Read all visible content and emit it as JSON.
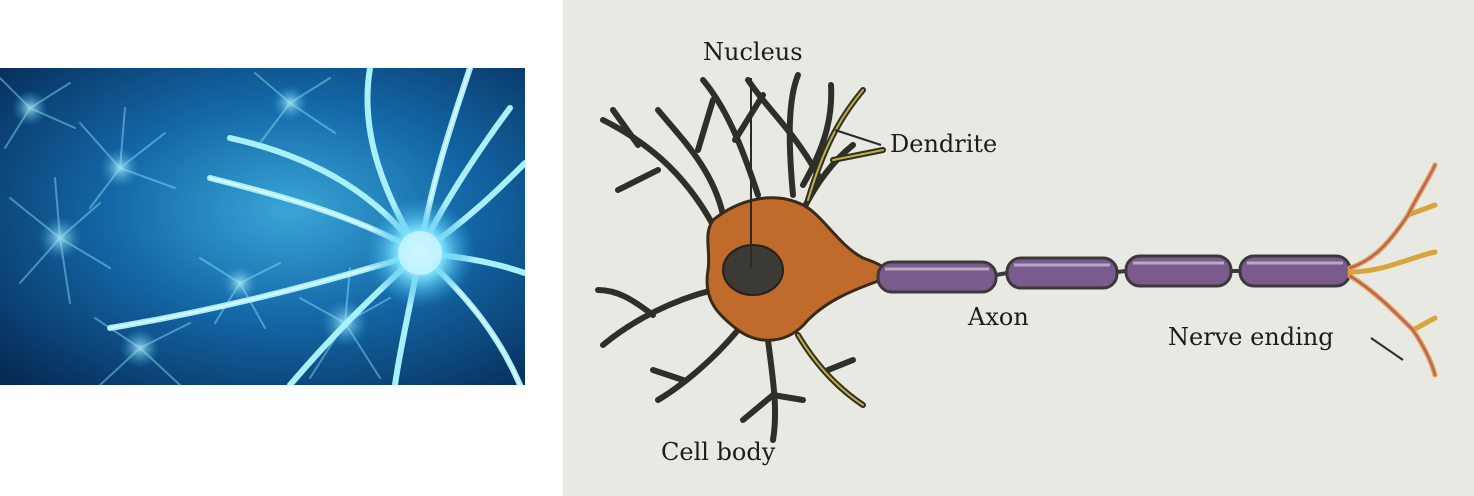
{
  "diagram": {
    "labels": {
      "nucleus": "Nucleus",
      "dendrite": "Dendrite",
      "axon": "Axon",
      "nerve_ending": "Nerve ending",
      "cell_body": "Cell body"
    }
  },
  "colors": {
    "photo_background": "#0b3a6b",
    "photo_neuron_glow": "#7fe3ff",
    "diagram_paper": "#e8e9e3",
    "cell_body_fill": "#c06a2b",
    "nucleus_fill": "#3b3a35",
    "axon_fill": "#7b5a8e",
    "nerve_ending_color": "#d9a43a"
  }
}
